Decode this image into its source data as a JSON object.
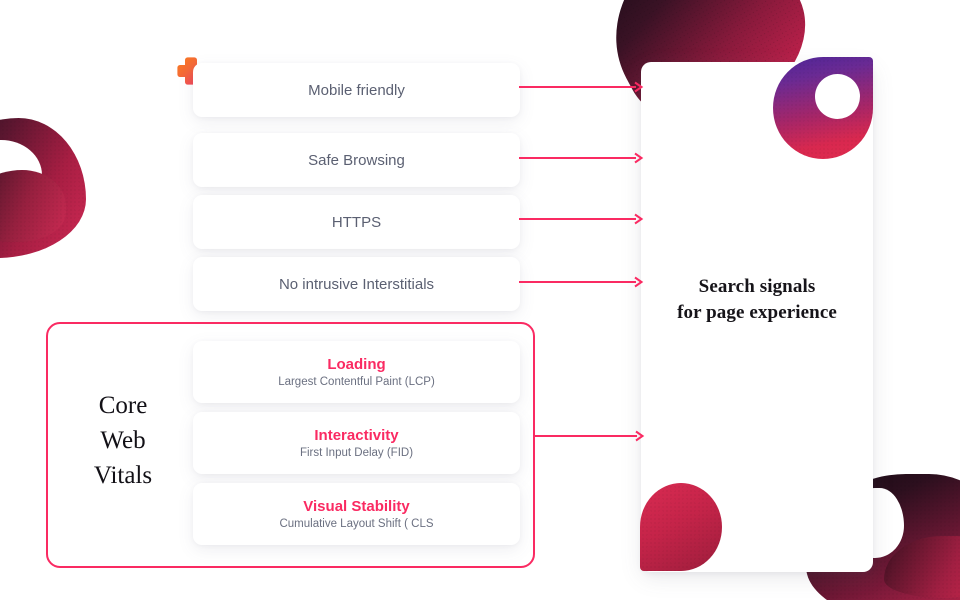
{
  "theme": {
    "accent_pink": "#fa2a62",
    "label_gray": "#5b6072",
    "sub_gray": "#6b7081",
    "heading_black": "#121016",
    "background": "#ffffff"
  },
  "signals": {
    "items": [
      {
        "label": "Mobile friendly"
      },
      {
        "label": "Safe Browsing"
      },
      {
        "label": "HTTPS"
      },
      {
        "label": "No intrusive Interstitials"
      }
    ]
  },
  "core_web_vitals": {
    "title": "Core\nWeb\nVitals",
    "items": [
      {
        "title": "Loading",
        "subtitle": "Largest Contentful Paint (LCP)"
      },
      {
        "title": "Interactivity",
        "subtitle": "First Input Delay (FID)"
      },
      {
        "title": "Visual Stability",
        "subtitle": "Cumulative Layout Shift ( CLS"
      }
    ]
  },
  "result_panel": {
    "title": "Search signals\nfor page experience"
  },
  "icons": {
    "plus": "plus-icon",
    "arrow": "arrow-right-icon",
    "donut": "donut-decoration",
    "quarter_circle": "quarter-circle-decoration",
    "blob": "blob-decoration"
  }
}
